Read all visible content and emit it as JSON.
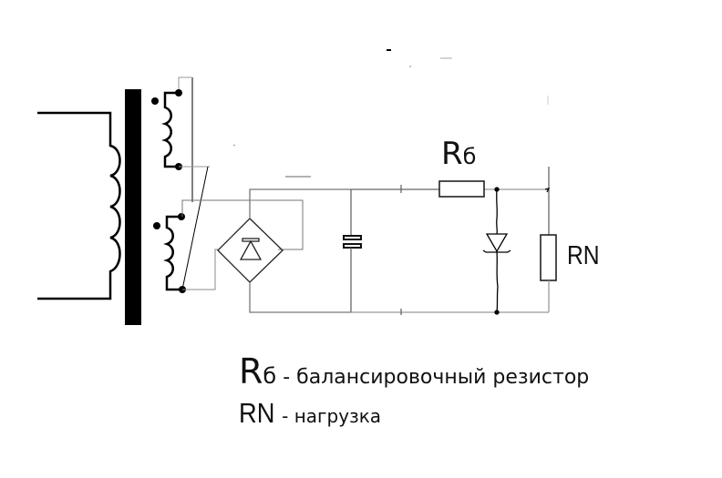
{
  "diagram": {
    "title": "",
    "labels": {
      "balance_resistor": "R",
      "balance_resistor_sub": "б",
      "load_resistor": "RN"
    },
    "legend": [
      {
        "symbol": "R",
        "symbol_sub": "б",
        "text": " - балансировочный резистор"
      },
      {
        "symbol": "RN",
        "symbol_sub": "",
        "text": " - нагрузка"
      }
    ],
    "components": [
      {
        "id": "T1",
        "type": "transformer",
        "windings": [
          "primary",
          "secondary-1",
          "secondary-2"
        ]
      },
      {
        "id": "BR1",
        "type": "diode-bridge"
      },
      {
        "id": "C1",
        "type": "capacitor"
      },
      {
        "id": "Rb",
        "type": "resistor",
        "label": "Rб"
      },
      {
        "id": "D1",
        "type": "zener-diode"
      },
      {
        "id": "RN",
        "type": "resistor",
        "label": "RN"
      }
    ],
    "colors": {
      "wire": "#555555",
      "wire_light": "#9a9a9a",
      "ink": "#000000"
    }
  }
}
